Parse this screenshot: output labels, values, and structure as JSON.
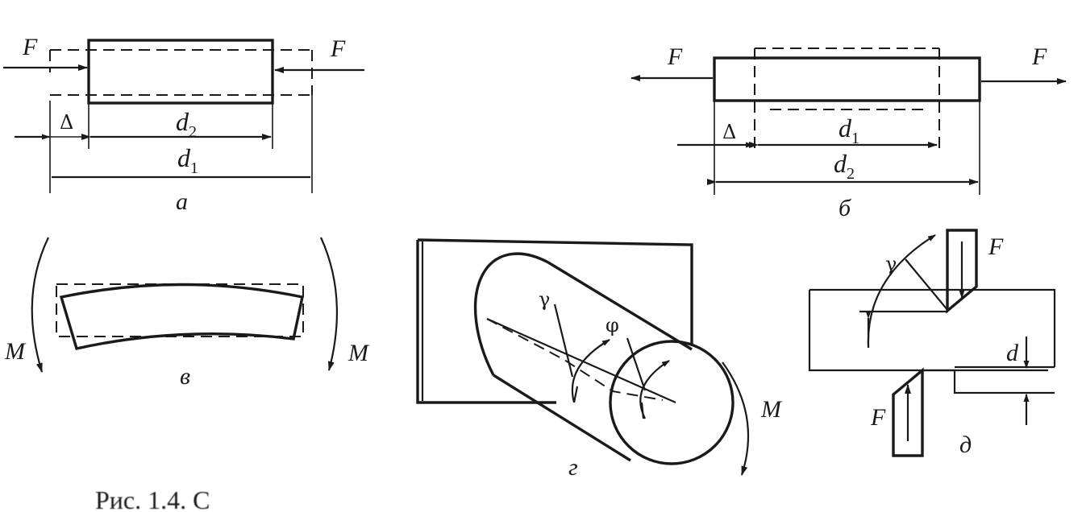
{
  "labels": {
    "force": "F",
    "moment": "M",
    "delta": "Δ",
    "d": "d",
    "d_base": "d",
    "sub1": "1",
    "sub2": "2",
    "gamma": "γ",
    "phi": "φ"
  },
  "panels": {
    "a": "а",
    "b": "б",
    "v": "в",
    "g": "г",
    "d": "д"
  },
  "caption": "Рис. 1.4. С"
}
